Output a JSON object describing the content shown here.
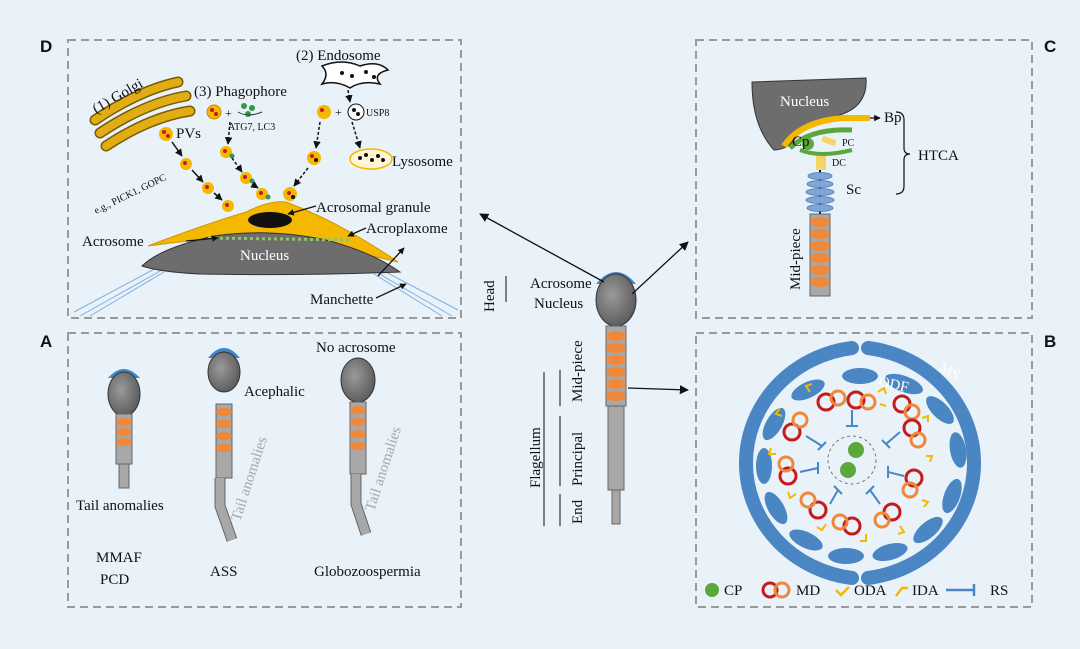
{
  "panels": {
    "A": {
      "letter": "A",
      "no_acrosome": "No acrosome",
      "acephalic": "Acephalic",
      "tail_anomalies": "Tail anomalies",
      "tail_anomalies_gray": "Tail anomalies",
      "mmaf": "MMAF",
      "pcd": "PCD",
      "ass": "ASS",
      "globozoospermia": "Globozoospermia"
    },
    "B": {
      "letter": "B",
      "odf": "ODF",
      "ms": "MS",
      "legend": {
        "cp": "CP",
        "md": "MD",
        "oda": "ODA",
        "ida": "IDA",
        "rs": "RS"
      }
    },
    "C": {
      "letter": "C",
      "nucleus": "Nucleus",
      "bp": "Bp",
      "cp": "Cp",
      "pc": "PC",
      "dc": "DC",
      "sc": "Sc",
      "htca": "HTCA",
      "mid_piece": "Mid-piece"
    },
    "D": {
      "letter": "D",
      "golgi": "(1) Golgi",
      "endosome": "(2) Endosome",
      "phagophore": "(3) Phagophore",
      "pvs": "PVs",
      "atg": "ATG7, LC3",
      "usp8": "USP8",
      "lysosome": "Lysosome",
      "eg": "e.g., PICK1, GOPC",
      "acrosomal_granule": "Acrosomal granule",
      "acroplaxome": "Acroplaxome",
      "acrosome": "Acrosome",
      "nucleus": "Nucleus",
      "manchette": "Manchette"
    }
  },
  "sperm": {
    "head": "Head",
    "acrosome": "Acrosome",
    "nucleus": "Nucleus",
    "flagellum": "Flagellum",
    "mid_piece": "Mid-piece",
    "principal": "Principal",
    "end": "End"
  },
  "colors": {
    "background": "#e9f1f9",
    "acrosome_blue": "#3f86c8",
    "midpiece_orange": "#f0883a",
    "nucleus_gray": "#6d6d6d",
    "acrosome_yellow": "#f5b800",
    "cp_green": "#5aa83c",
    "md_red": "#c41b1b",
    "dashed_border": "#9a9a9a"
  }
}
